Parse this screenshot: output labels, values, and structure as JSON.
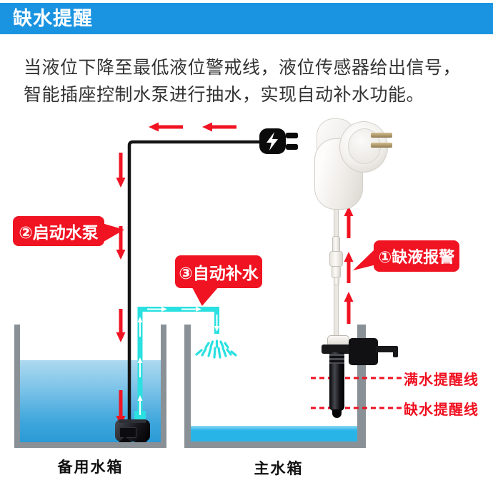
{
  "page": {
    "title": "缺水提醒"
  },
  "description": {
    "line1": "当液位下降至最低液位警戒线，液位传感器给出信号，",
    "line2": "智能插座控制水泵进行抽水，实现自动补水功能。"
  },
  "callouts": {
    "alarm": "①缺液报警",
    "start_pump": "②启动水泵",
    "auto_refill": "③自动补水"
  },
  "level_lines": {
    "full_label": "满水提醒线",
    "low_label": "缺水提醒线"
  },
  "tanks": {
    "backup_label": "备用水箱",
    "main_label": "主水箱"
  },
  "colors": {
    "banner_blue": "#1a94e1",
    "alert_red": "#f01322",
    "dashed_line_red": "#f01020",
    "pipe_cyan": "#2ae0e0",
    "water_blue_main": "#29b4e8",
    "water_blue_backup_top": "#aed9f0",
    "water_blue_backup_bottom": "#2a9ad6",
    "tank_gray": "#8a9196",
    "text_dark": "#333333"
  }
}
